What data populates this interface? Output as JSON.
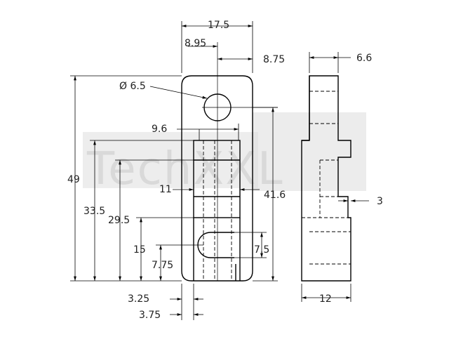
{
  "watermark": {
    "brand": "TechXXL"
  },
  "dimensions": {
    "overall_width": "17.5",
    "hole_offset_left": "8.95",
    "hole_offset_right": "8.75",
    "side_top_width": "6.6",
    "hole_diameter": "Ø 6.5",
    "pocket_width": "9.6",
    "overall_height": "49",
    "inner_width": "11",
    "side_height": "41.6",
    "lower_height": "33.5",
    "pocket_height": "29.5",
    "slot_height": "15",
    "slot_width": "7.5",
    "slot_center": "7.75",
    "side_step": "3",
    "wall_left": "3.25",
    "wall_right": "3.75",
    "side_bottom_width": "12"
  }
}
